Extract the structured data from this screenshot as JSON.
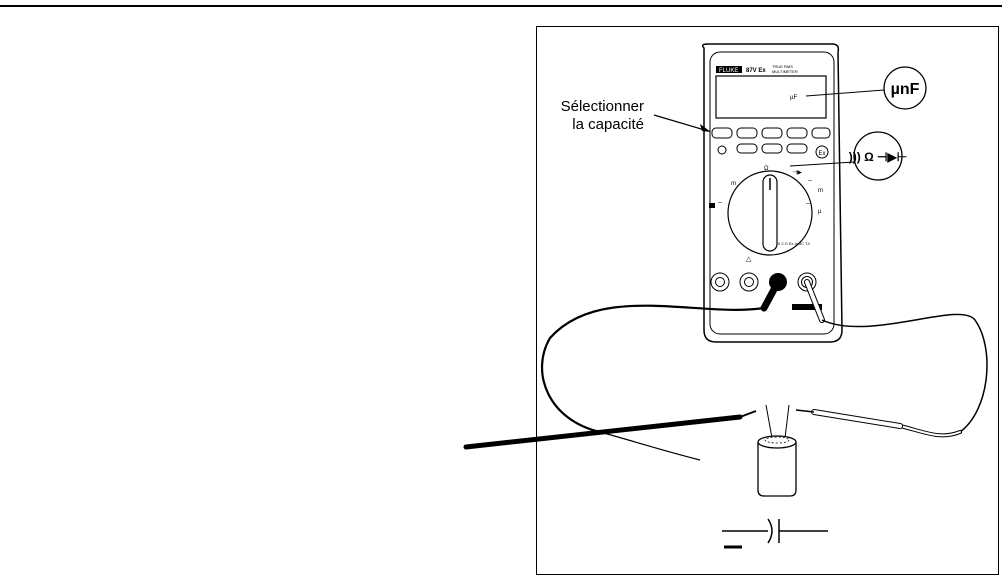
{
  "callout": {
    "line1": "Sélectionner",
    "line2": "la capacité"
  },
  "meter": {
    "brand": "FLUKE",
    "model": "87V Ex",
    "subtitle1": "TRUE RMS",
    "subtitle2": "MULTIMETER",
    "display_unit": "µF",
    "rating": "II 2 G Ex ia IIC T4"
  },
  "bubbles": {
    "unit": "µnF",
    "function": "))) Ω ⊣▶⊢"
  }
}
